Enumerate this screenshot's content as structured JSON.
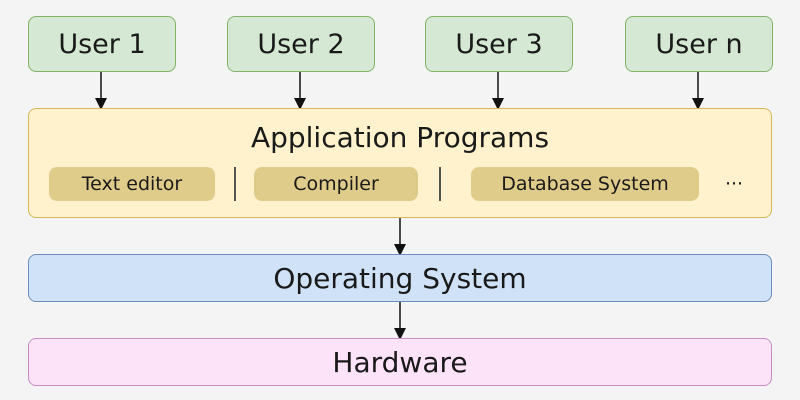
{
  "users": [
    "User 1",
    "User 2",
    "User 3",
    "User n"
  ],
  "application": {
    "title": "Application Programs",
    "programs": [
      "Text editor",
      "Compiler",
      "Database System"
    ],
    "more": "···"
  },
  "operating_system": "Operating System",
  "hardware": "Hardware",
  "colors": {
    "user_fill": "#d5e8d4",
    "app_fill": "#fff2cc",
    "program_fill": "#e0cc8a",
    "os_fill": "#cfe2f7",
    "hardware_fill": "#fde3f8"
  }
}
